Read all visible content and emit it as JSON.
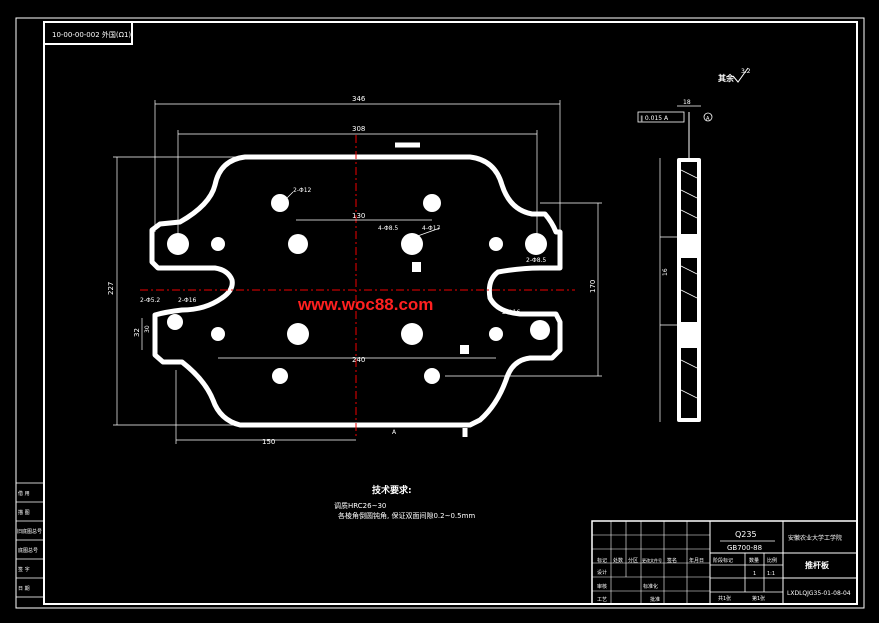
{
  "drawing_code": "10-00-00-002 外国(Ω1)",
  "roughness_label": "其余",
  "roughness_value": "3.2",
  "tolerance_frame": "∥ 0.015 A",
  "datum_label": "A",
  "dimensions": {
    "overall_width": "346",
    "inner_width": "308",
    "hole_spacing_top": "130",
    "hole_spacing_bottom": "240",
    "bottom_offset": "150",
    "overall_height": "227",
    "right_height": "170",
    "left_small": "32",
    "left_small2": "30",
    "thickness": "18",
    "side_height": "16"
  },
  "callouts": {
    "top_left_holes": "2-Φ12",
    "center_holes": "4-Φ8.5",
    "center_holes2": "4-Φ17",
    "left_a": "2-Φ5.2",
    "left_b": "2-Φ16",
    "right_a": "2-Φ16",
    "bottom_center": "A",
    "top_right_small": "2-Φ8.5"
  },
  "watermark": "www.woc88.com",
  "tech_requirements": {
    "title": "技术要求:",
    "line1": "调质HRC26~30",
    "line2": "各棱角倒圆钝角, 保证双面间隙0.2~0.5mm"
  },
  "left_strip": [
    "借 用",
    "描 图",
    "旧底图总号",
    "底图总号",
    "签 字",
    "日 期"
  ],
  "title_block": {
    "material": "Q235",
    "standard": "GB700-88",
    "school": "安徽农业大学工学院",
    "part_name": "推杆板",
    "drawing_no": "LXDLQJG35-01-08-04",
    "label_scale_col": "比例",
    "label_qty_col": "数量",
    "label_mark": "阶段标记",
    "scale_value": "1:1",
    "qty_value": "1",
    "sheet_total": "共1张",
    "sheet_no": "第1张",
    "row_labels": [
      "标记",
      "处数",
      "分区",
      "更改文件号",
      "签名",
      "年月日"
    ],
    "designer": "设计",
    "checker": "审核",
    "craft": "工艺",
    "standardize": "标准化",
    "approve": "批准"
  }
}
